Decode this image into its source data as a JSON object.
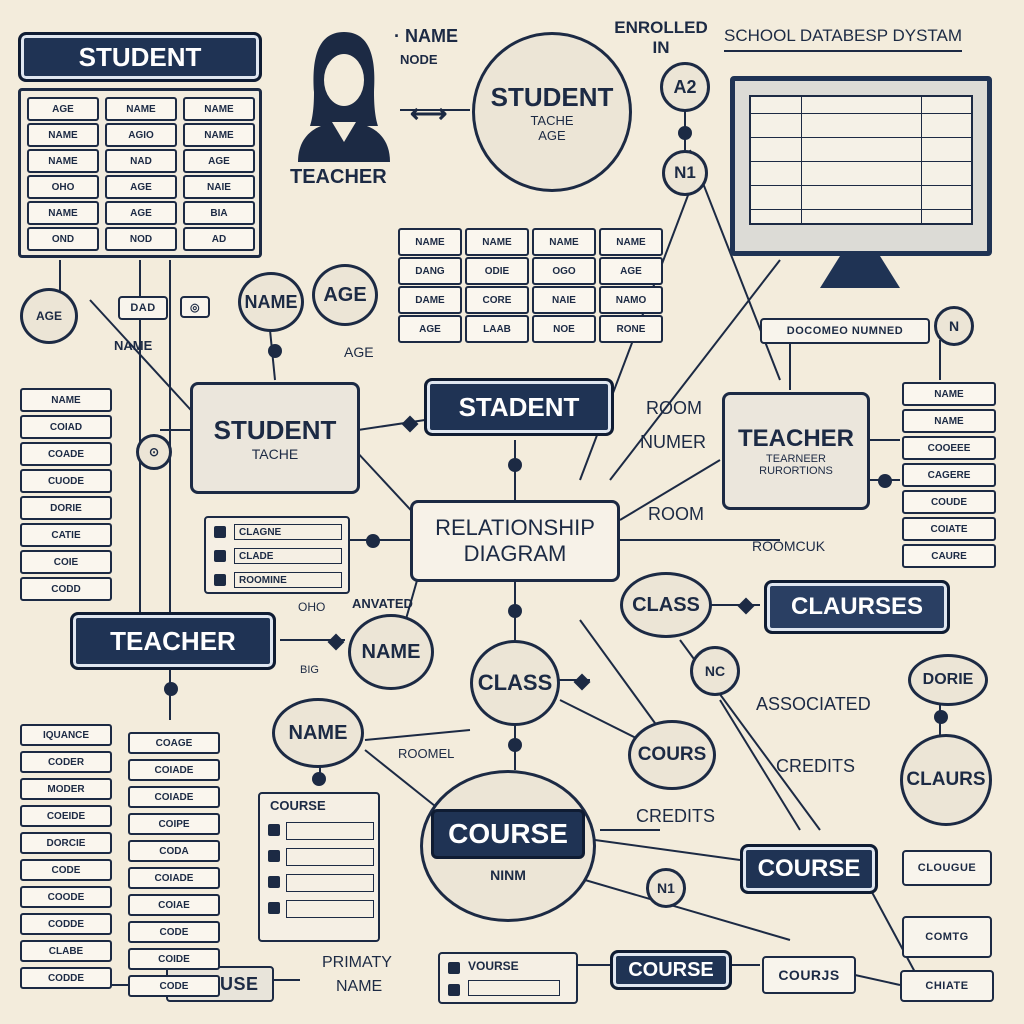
{
  "title": "SCHOOL DATABESP DYSTAM",
  "nodes": {
    "student_header": "STUDENT",
    "teacher_label": "TEACHER",
    "name_top": "· NAME",
    "name_top_sub": "NODE",
    "enrolled": "ENROLLED IN",
    "student_circle": "STUDENT",
    "student_circle_sub1": "TACHE",
    "student_circle_sub2": "AGE",
    "a2": "A2",
    "n1": "N1",
    "name_circle": "NAME",
    "age_circle": "AGE",
    "age_small": "AGE",
    "name_small": "NAME",
    "student_box": "STUDENT",
    "student_box_sub": "TACHE",
    "stadent": "STADENT",
    "room_number": "ROOM",
    "room_number_2": "NUMER",
    "teacher_box": "TEACHER",
    "teacher_box_sub1": "TEARNEER",
    "teacher_box_sub2": "RURORTIONS",
    "relationship": "RELATIONSHIP",
    "diagram": "DIAGRAM",
    "room": "ROOM",
    "roomcuk": "ROOMCUK",
    "class_circle": "CLASS",
    "clauses": "CLAURSES",
    "teacher_header": "TEACHER",
    "anvated": "ANVATED",
    "name_circle_2": "NAME",
    "class_circle_2": "CLASS",
    "name_circle_3": "NAME",
    "associated": "ASSOCIATED",
    "credits": "CREDITS",
    "dorie": "DORIE",
    "cours": "COURS",
    "claurs": "CLAURS",
    "course_circle": "COURSE",
    "course_circle_sub": "NINM",
    "credits_2": "CREDITS",
    "course_box": "COURSE",
    "course_header": "COURSE",
    "cours_pill": "COURJS",
    "clause": "CLAUSE",
    "primary": "PRIMATY",
    "primary_name": "NAME",
    "course_card_title": "COURSE",
    "recordeb": "DOCOMEO NUMNED",
    "roomel": "ROOMEL",
    "dorie_sub": "N1",
    "clougue": "CLOUGUE",
    "comtg": "COMTG",
    "chiate": "CHIATE",
    "vourse": "VOURSE",
    "quanch": "IQUANCE"
  },
  "student_table": [
    [
      "AGE",
      "NAME",
      "NAME"
    ],
    [
      "NAME",
      "AGIO",
      "NAME"
    ],
    [
      "NAME",
      "NAD",
      "AGE"
    ],
    [
      "OHO",
      "AGE",
      "NAIE"
    ],
    [
      "NAME",
      "AGE",
      "BIA"
    ],
    [
      "OND",
      "NOD",
      "AD"
    ]
  ],
  "center_table": [
    [
      "NAME",
      "NAME",
      "NAME",
      "NAME"
    ],
    [
      "DANG",
      "ODIE",
      "OGO",
      "AGE"
    ],
    [
      "DAME",
      "CORE",
      "NAIE",
      "NAMO"
    ],
    [
      "AGE",
      "LAAB",
      "NOE",
      "RONE"
    ]
  ],
  "left_stack": [
    "NAME",
    "COIAD",
    "COADE",
    "CUODE",
    "DORIE",
    "CATIE",
    "COIE",
    "CODD"
  ],
  "right_stack": [
    "NAME",
    "NAME",
    "COOEEE",
    "CAGERE",
    "COUDE",
    "COIATE",
    "CAURE"
  ],
  "mini_list": [
    "CLAGNE",
    "CLADE",
    "ROOMINE"
  ],
  "bottom_left_stack": [
    "IQUANCE",
    "CODER",
    "MODER",
    "COEIDE",
    "DORCIE",
    "CODE",
    "COODE",
    "CODDE",
    "CLABE",
    "CODDE"
  ],
  "bottom_mid_stack": [
    "COAGE",
    "COIADE",
    "COIADE",
    "COIPE",
    "CODA",
    "COIADE",
    "COIAE",
    "CODE",
    "COIDE",
    "CODE"
  ]
}
